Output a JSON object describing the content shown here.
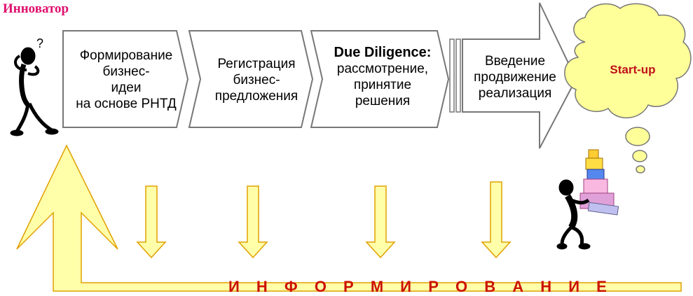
{
  "title": "Инноватор",
  "steps": [
    {
      "lines": [
        "Формирование",
        "бизнес-",
        "идеи",
        "на основе РНТД"
      ]
    },
    {
      "lines": [
        "Регистрация",
        "бизнес-",
        "предложения"
      ]
    },
    {
      "heading": "Due Diligence:",
      "lines": [
        "рассмотрение,",
        "принятие",
        "решения"
      ]
    },
    {
      "lines": [
        "Введение",
        "продвижение",
        "реализация"
      ]
    }
  ],
  "goal": "Start-up",
  "feedback_label": "И Н Ф О Р М И Р О В А Н И Е",
  "colors": {
    "title": "#e0106e",
    "cloud_fill": "#ffff99",
    "arrow_fill": "#ffffaa",
    "arrow_stroke": "#e0a000",
    "goal_text": "#c0101a",
    "feedback_text": "#cc1100"
  },
  "icons": [
    "thinking-person-icon",
    "person-carrying-gifts-icon",
    "thought-cloud-icon"
  ]
}
